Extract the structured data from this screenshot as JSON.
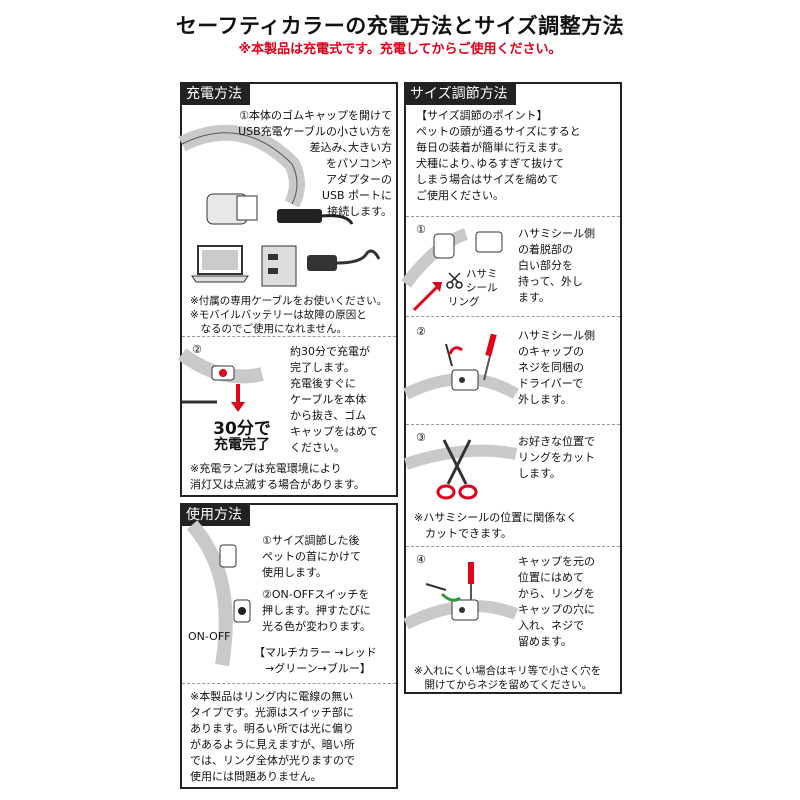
{
  "header": {
    "title": "セーフティカラーの充電方法とサイズ調整方法",
    "warning": "※本製品は充電式です。充電してからご使用ください。"
  },
  "charge": {
    "tab": "充電方法",
    "step1_text": "①本体のゴムキャップを開けて\nUSB充電ケーブルの小さい方を\n差込み､大きい方\nをパソコンや\nアダプターの\nUSB ポートに\n接続します。",
    "note1": "※付属の専用ケーブルをお使いください。\n※モバイルバッテリーは故障の原因と\n　なるのでご使用になれません。",
    "step2_num": "②",
    "step2_text": "約30分で充電が\n完了します。\n充電後すぐに\nケーブルを本体\nから抜き、ゴム\nキャップをはめて\nください。",
    "time_big": "30分で",
    "time_done": "充電完了",
    "note2": "※充電ランプは充電環境により\n消灯又は点滅する場合があります。"
  },
  "usage": {
    "tab": "使用方法",
    "step1_text": "①サイズ調節した後\nペットの首にかけて\n使用します。",
    "step2_text": "②ON-OFFスイッチを\n押します。押すたびに\n光る色が変わります。",
    "onoff_label": "ON-OFF",
    "multi_text": "【マルチカラー →レッド\n　→グリーン→ブルー】",
    "note": "※本製品はリング内に電線の無い\nタイプです。光源はスイッチ部に\nあります。明るい所では光に偏り\nがあるように見えますが、暗い所\nでは、リング全体が光りますので\n使用には問題ありません。"
  },
  "size": {
    "tab": "サイズ調節方法",
    "point_text": "【サイズ調節のポイント】\nペットの頭が通るサイズにすると\n毎日の装着が簡単に行えます。\n犬種により､ゆるすぎて抜けて\nしまう場合はサイズを縮めて\nご使用ください。",
    "step1_num": "①",
    "step1_text": "ハサミシール側\nの着脱部の\n白い部分を\n持って、外し\nます。",
    "scissors_label": "ハサミ\nシール",
    "ring_label": "リング",
    "step2_num": "②",
    "step2_text": "ハサミシール側\nのキャップの\nネジを同梱の\nドライバーで\n外します。",
    "step3_num": "③",
    "step3_text": "お好きな位置で\nリングをカット\nします。",
    "note3": "※ハサミシールの位置に関係なく\n　カットできます。",
    "step4_num": "④",
    "step4_text": "キャップを元の\n位置にはめて\nから、リングを\nキャップの穴に\n入れ、ネジで\n留めます。",
    "note4": "※入れにくい場合はキリ等で小さく穴を\n　開けてからネジを留めてください。"
  },
  "colors": {
    "red": "#e2001a",
    "dark": "#222222",
    "ring": "#c9c9c9",
    "green": "#2e9a3e"
  }
}
